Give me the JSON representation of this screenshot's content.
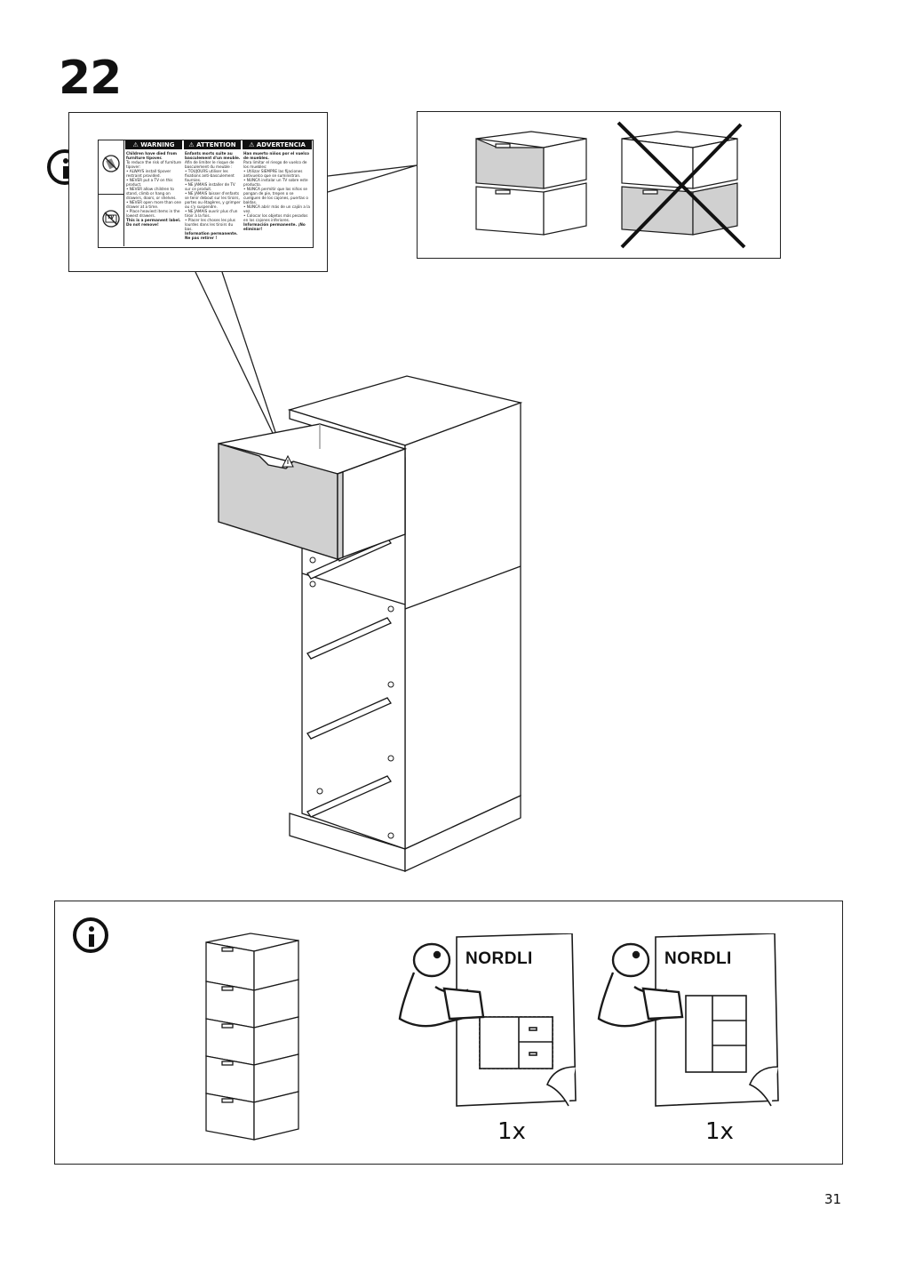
{
  "step": {
    "number": "22"
  },
  "label_sticker": {
    "headers": [
      "⚠ WARNING",
      "⚠ ATTENTION",
      "⚠ ADVERTENCIA"
    ],
    "en": {
      "title": "Children have died from furniture tipover.",
      "intro": "To reduce the risk of furniture tipover:",
      "bullets": [
        "• ALWAYS install tipover restraint provided.",
        "• NEVER put a TV on this product.",
        "• NEVER allow children to stand, climb or hang on drawers, doors, or shelves.",
        "• NEVER open more than one drawer at a time.",
        "• Place heaviest items in the lowest drawers."
      ],
      "footer": "This is a permanent label. Do not remove!"
    },
    "fr": {
      "title": "Enfants morts suite au basculement d'un meuble.",
      "intro": "Afin de limiter le risque de basculement du meuble :",
      "bullets": [
        "• TOUJOURS utiliser les fixations anti-basculement fournies.",
        "• NE JAMAIS installer de TV sur ce produit.",
        "• NE JAMAIS laisser d'enfants se tenir debout sur les tiroirs, portes ou étagères, y grimper ou s'y suspendre.",
        "• NE JAMAIS ouvrir plus d'un tiroir à la fois.",
        "• Placer les choses les plus lourdes dans les tiroirs du bas."
      ],
      "footer": "Information permanente. Ne pas retirer !"
    },
    "es": {
      "title": "Han muerto niños por el vuelco de muebles.",
      "intro": "Para limitar el riesgo de vuelco de los muebles:",
      "bullets": [
        "• Utilizar SIEMPRE las fijaciones antivuelco que se suministran.",
        "• NUNCA instalar un TV sobre este producto.",
        "• NUNCA permitir que los niños se pongan de pie, trepen o se cuelguen de los cajones, puertas o baldas.",
        "• NUNCA abrir más de un cajón a la vez.",
        "• Colocar los objetos más pesados en los cajones inferiores."
      ],
      "footer": "Información permanente. ¡No eliminar!"
    },
    "tv_icon_text": "TV"
  },
  "booklets": [
    {
      "title": "NORDLI",
      "quantity": "1x"
    },
    {
      "title": "NORDLI",
      "quantity": "1x"
    }
  ],
  "page": {
    "number": "31"
  },
  "colors": {
    "drawer_fill": "#d0d0d0",
    "line": "#1a1a1a"
  }
}
